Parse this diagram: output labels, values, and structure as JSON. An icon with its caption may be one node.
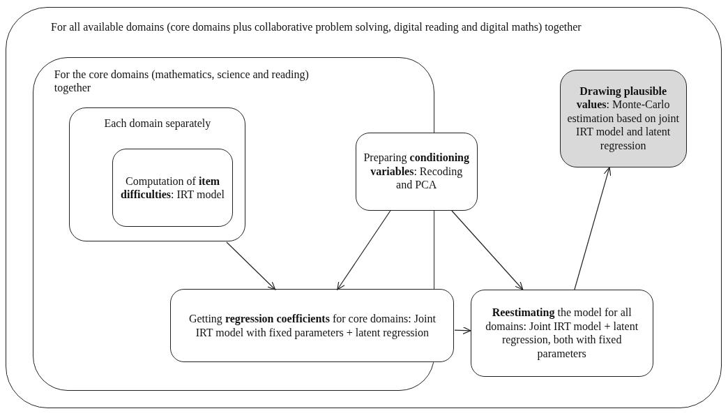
{
  "diagram": {
    "nodes": [
      {
        "text": [
          "For all available domains (core domains plus collaborative problem solving, digital reading and digital maths) together"
        ]
      },
      {
        "text": [
          "For the core domains (mathematics, science and reading) together"
        ],
        "in": 0
      },
      {
        "text": [
          "Each domain separately"
        ],
        "in": 1
      },
      {
        "text": [
          "Computation of **item difficulties**: IRT model"
        ],
        "in": 2
      },
      {
        "text": [
          "Preparing **conditioning variables**: Recoding and PCA"
        ],
        "in": 0
      },
      {
        "text": [
          "**Drawing plausible values**: Monte-Carlo estimation based on joint IRT model and latent regression"
        ],
        "in": 0
      },
      {
        "text": [
          "Getting **regression coefficients** for core domains: Joint IRT model with fixed parameters + latent regression"
        ],
        "in": 1
      },
      {
        "text": [
          "**Reestimating** the model for all domains: Joint IRT model + latent regression, both with fixed parameters"
        ],
        "in": 0
      }
    ],
    "edges": [
      {
        "from": 2,
        "to": 6,
        "arrow": "to"
      },
      {
        "from": 4,
        "to": 6,
        "arrow": "to"
      },
      {
        "from": 4,
        "to": 7,
        "arrow": "to"
      },
      {
        "from": 6,
        "to": 7,
        "arrow": "to"
      },
      {
        "from": 7,
        "to": 5,
        "arrow": "to"
      }
    ]
  }
}
